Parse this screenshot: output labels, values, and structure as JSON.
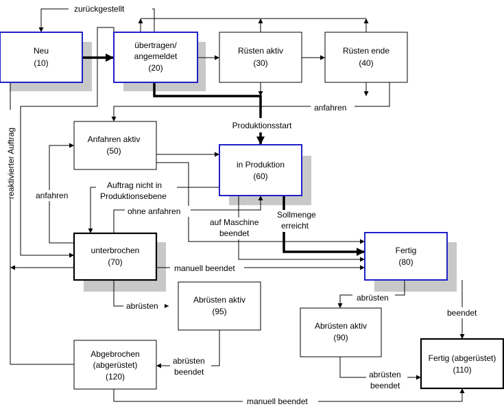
{
  "states": {
    "neu": {
      "name": "Neu",
      "code": "(10)"
    },
    "uebertragen": {
      "name1": "übertragen/",
      "name2": "angemeldet",
      "code": "(20)"
    },
    "ruesten_aktiv": {
      "name": "Rüsten aktiv",
      "code": "(30)"
    },
    "ruesten_ende": {
      "name": "Rüsten ende",
      "code": "(40)"
    },
    "anfahren_aktiv": {
      "name": "Anfahren aktiv",
      "code": "(50)"
    },
    "in_produktion": {
      "name": "in Produktion",
      "code": "(60)"
    },
    "unterbrochen": {
      "name": "unterbrochen",
      "code": "(70)"
    },
    "fertig": {
      "name": "Fertig",
      "code": "(80)"
    },
    "abruesten_aktiv_95": {
      "name": "Abrüsten aktiv",
      "code": "(95)"
    },
    "abruesten_aktiv_90": {
      "name": "Abrüsten aktiv",
      "code": "(90)"
    },
    "abgebrochen": {
      "name1": "Abgebrochen",
      "name2": "(abgerüstet)",
      "code": "(120)"
    },
    "fertig_abgeruestet": {
      "name": "Fertig (abgerüstet)",
      "code": "(110)"
    }
  },
  "transitions": {
    "zurueckgestellt": "zurückgestellt",
    "anfahren_top": "anfahren",
    "produktionsstart": "Produktionsstart",
    "anfahren_left": "anfahren",
    "auftrag_nicht_1": "Auftrag nicht in",
    "auftrag_nicht_2": "Produktionsebene",
    "ohne_anfahren": "ohne anfahren",
    "auf_maschine_1": "auf Maschine",
    "auf_maschine_2": "beendet",
    "sollmenge_1": "Sollmenge",
    "sollmenge_2": "erreicht",
    "manuell_beendet_mid": "manuell beendet",
    "abruesten_70": "abrüsten",
    "abruesten_80": "abrüsten",
    "beendet": "beendet",
    "abruesten_beendet_95_1": "abrüsten",
    "abruesten_beendet_95_2": "beendet",
    "abruesten_beendet_90_1": "abrüsten",
    "abruesten_beendet_90_2": "beendet",
    "manuell_beendet_bottom": "manuell beendet",
    "reaktivierter_auftrag": "reaktivierter Auftrag"
  },
  "colors": {
    "highlight_border": "#1f1fc8",
    "shadow": "#c8c8c8",
    "line": "#000000"
  }
}
